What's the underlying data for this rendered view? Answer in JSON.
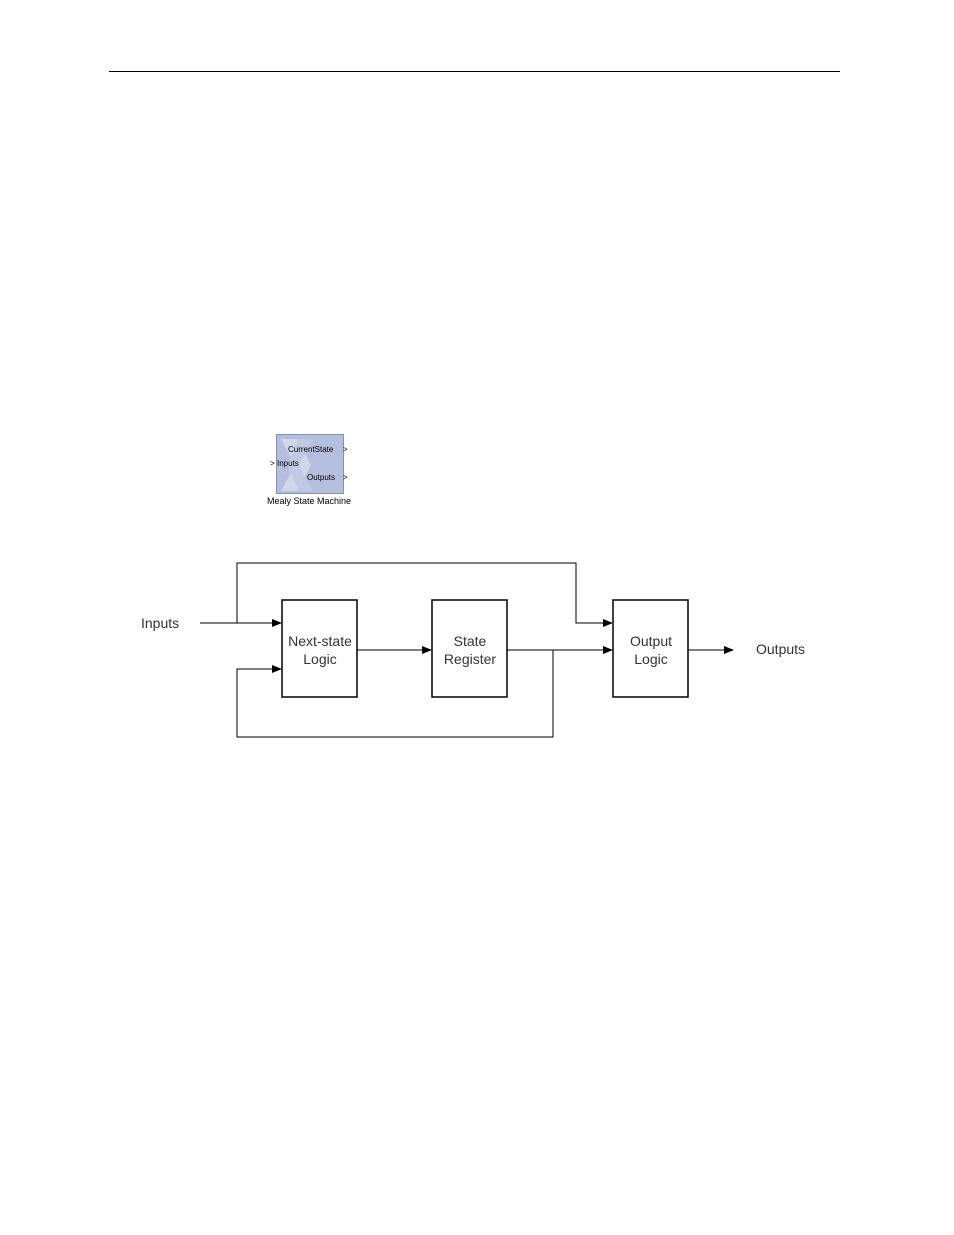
{
  "block_icon": {
    "ports": {
      "input": "Inputs",
      "output_state": "CurrentState",
      "output": "Outputs"
    },
    "caption": "Mealy State Machine",
    "background_color": "#b4bede",
    "logo_icon": "xilinx-chevron-logo-icon"
  },
  "diagram": {
    "input_label": "Inputs",
    "output_label": "Outputs",
    "next_state_box": [
      "Next-state",
      "Logic"
    ],
    "state_register_box": [
      "State",
      "Register"
    ],
    "output_logic_box": [
      "Output",
      "Logic"
    ]
  }
}
